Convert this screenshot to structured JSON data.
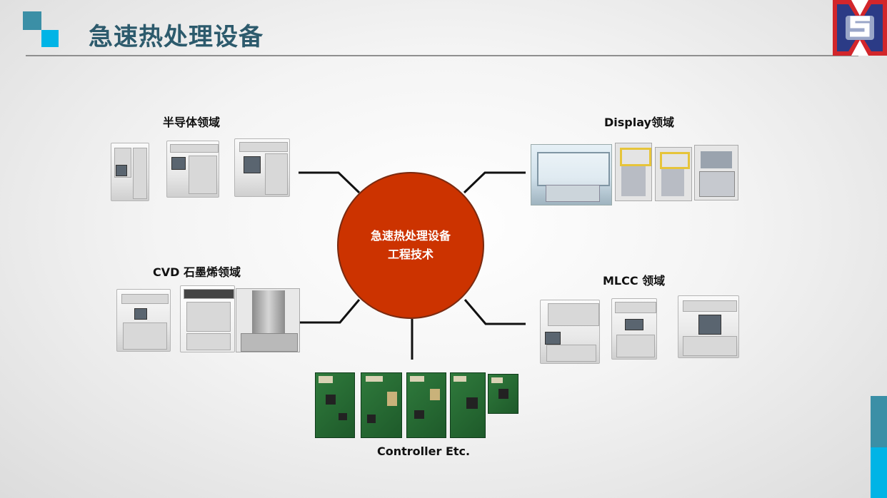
{
  "page": {
    "title": "急速热处理设备"
  },
  "hub": {
    "line1": "急速热处理设备",
    "line2": "工程技术"
  },
  "labels": {
    "semiconductor": "半导体领域",
    "display": "Display领域",
    "cvd": "CVD 石墨烯领域",
    "mlcc": "MLCC 领域",
    "controller": "Controller Etc."
  },
  "colors": {
    "title": "#2c5a6c",
    "hub_fill": "#cc3300",
    "accent_teal": "#3b8fa6",
    "accent_blue": "#00b4e6",
    "logo_red": "#d2262b",
    "logo_blue": "#2b3b86"
  }
}
